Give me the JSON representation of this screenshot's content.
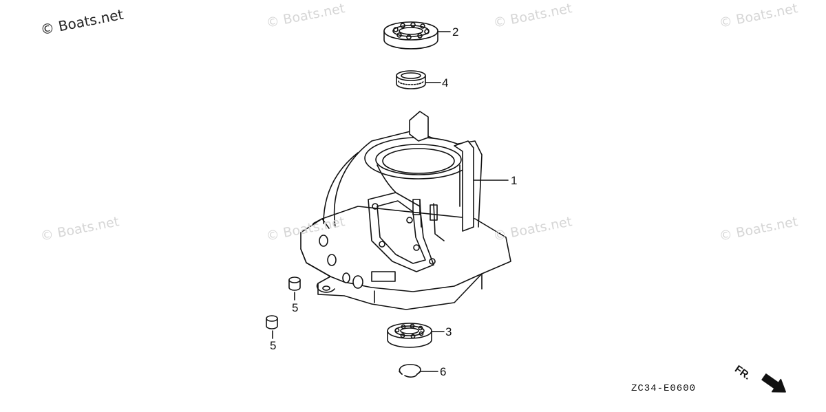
{
  "watermarks": {
    "main": "© Boats.net",
    "repeat": "© Boats.net"
  },
  "callouts": {
    "part_1": "1",
    "part_2": "2",
    "part_3": "3",
    "part_4": "4",
    "part_5a": "5",
    "part_5b": "5",
    "part_6": "6"
  },
  "diagram_code": "ZC34-E0600",
  "direction": {
    "label": "FR."
  },
  "colors": {
    "line": "#111111",
    "watermark": "#d6d6d6"
  }
}
